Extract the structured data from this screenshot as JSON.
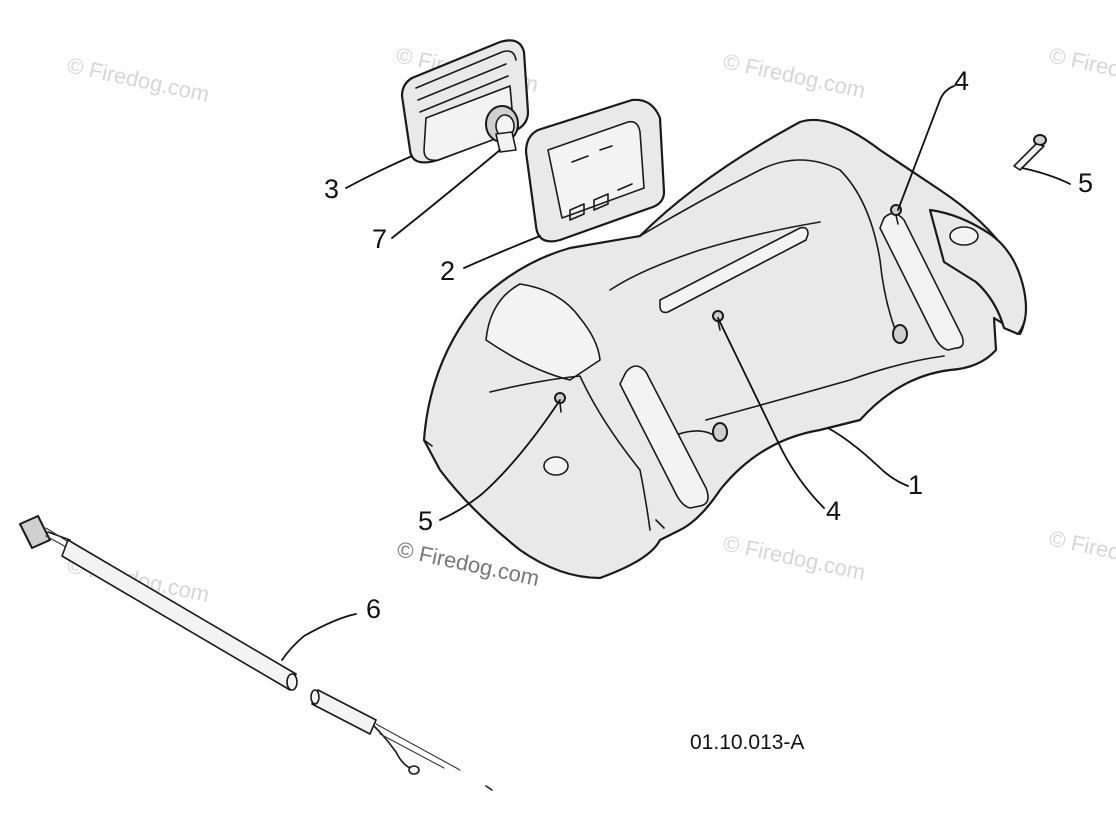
{
  "watermark": {
    "text": "© Firedog.com"
  },
  "copyright_mark": "© Firedog.com",
  "drawing_id": "01.10.013-A",
  "callouts": [
    {
      "id": "c1",
      "label": "1"
    },
    {
      "id": "c2",
      "label": "2"
    },
    {
      "id": "c3",
      "label": "3"
    },
    {
      "id": "c4a",
      "label": "4"
    },
    {
      "id": "c4b",
      "label": "4"
    },
    {
      "id": "c5a",
      "label": "5"
    },
    {
      "id": "c5b",
      "label": "5"
    },
    {
      "id": "c6",
      "label": "6"
    },
    {
      "id": "c7",
      "label": "7"
    }
  ],
  "colors": {
    "line": "#1a1a1a",
    "part_fill": "#e9e9e9",
    "watermark": "#d6d6d6"
  }
}
